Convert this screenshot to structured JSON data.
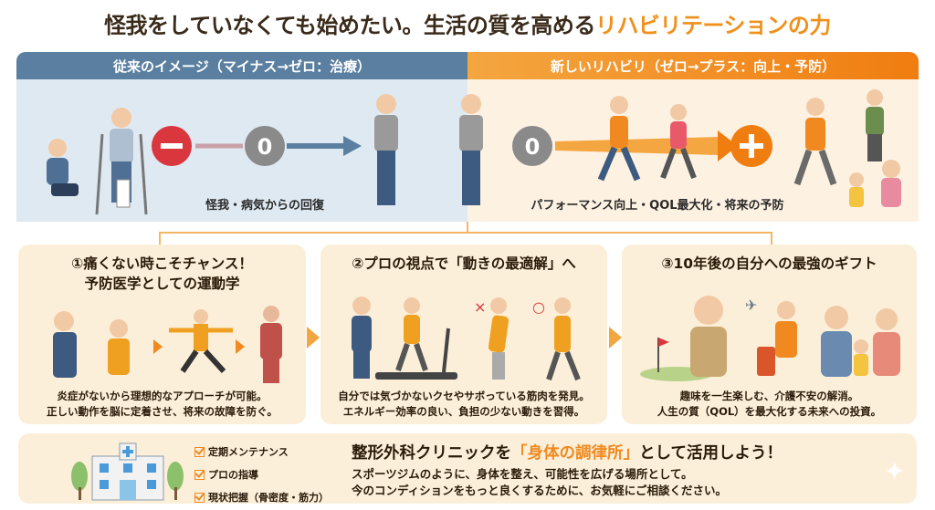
{
  "title": {
    "main": "怪我をしていなくても始めたい。生活の質を高める",
    "highlight": "リハビリテーションの力"
  },
  "comparison": {
    "old": {
      "label": "従来のイメージ（マイナス→ゼロ：治療）",
      "minus_symbol": "−",
      "zero_symbol": "0",
      "caption": "怪我・病気からの回復"
    },
    "new": {
      "label": "新しいリハビリ（ゼロ→プラス：向上・予防）",
      "zero_symbol": "0",
      "plus_symbol": "+",
      "caption": "パフォーマンス向上・QOL最大化・将来の予防"
    }
  },
  "cards": [
    {
      "title_line1": "①痛くない時こそチャンス！",
      "title_line2": "予防医学としての運動学",
      "desc_line1": "炎症がないから理想的なアプローチが可能。",
      "desc_line2": "正しい動作を脳に定着させ、将来の故障を防ぐ。"
    },
    {
      "title_line1": "②プロの視点で「動きの最適解」へ",
      "title_line2": "",
      "desc_line1": "自分では気づかないクセやサボっている筋肉を発見。",
      "desc_line2": "エネルギー効率の良い、負担の少ない動きを習得。",
      "wrong_mark": "×",
      "right_mark": "○"
    },
    {
      "title_line1": "③10年後の自分への最強のギフト",
      "title_line2": "",
      "desc_line1": "趣味を一生楽しむ、介護不安の解消。",
      "desc_line2": "人生の質（QOL）を最大化する未来への投資。"
    }
  ],
  "bottom": {
    "checklist": [
      "定期メンテナンス",
      "プロの指導",
      "現状把握（骨密度・筋力）"
    ],
    "headline_pre": "整形外科クリニックを",
    "headline_hl": "「身体の調律所」",
    "headline_post": "として活用しよう！",
    "line1": "スポーツジムのように、身体を整え、可能性を広げる場所として。",
    "line2": "今のコンディションをもっと良くするために、お気軽にご相談ください。"
  },
  "colors": {
    "blue": "#5b7fa0",
    "orange": "#f08a20",
    "red": "#d9363e",
    "cream": "#fbefd9"
  }
}
